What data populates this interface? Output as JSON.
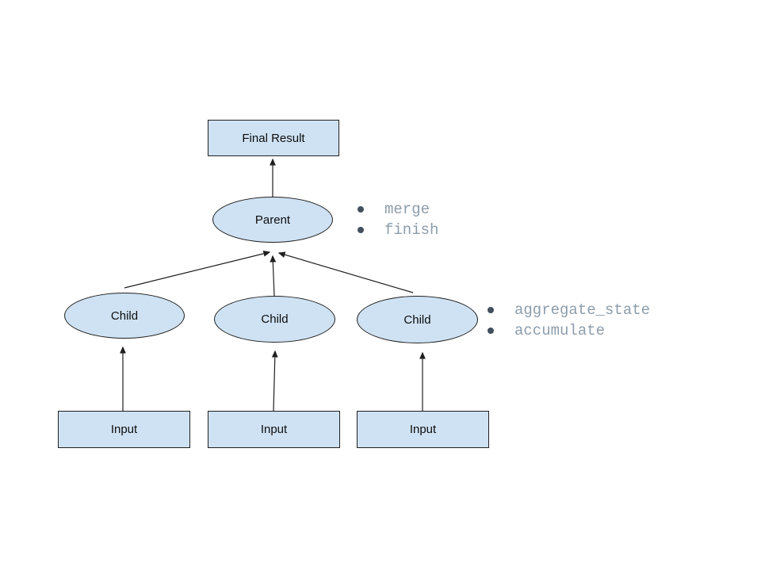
{
  "diagram": {
    "colors": {
      "background": "#ffffff",
      "node_fill": "#cfe2f3",
      "node_border": "#1f1f1f",
      "connector": "#1f1f1f",
      "label_text": "#0d0d0d",
      "code_text": "#8d9dab",
      "bullet": "#42505e"
    },
    "nodes": {
      "final_result": {
        "label": "Final Result",
        "shape": "rectangle"
      },
      "parent": {
        "label": "Parent",
        "shape": "ellipse"
      },
      "child_left": {
        "label": "Child",
        "shape": "ellipse"
      },
      "child_middle": {
        "label": "Child",
        "shape": "ellipse"
      },
      "child_right": {
        "label": "Child",
        "shape": "ellipse"
      },
      "input_left": {
        "label": "Input",
        "shape": "rectangle"
      },
      "input_middle": {
        "label": "Input",
        "shape": "rectangle"
      },
      "input_right": {
        "label": "Input",
        "shape": "rectangle"
      }
    },
    "annotations": {
      "parent_methods": {
        "items": [
          "merge",
          "finish"
        ]
      },
      "child_methods": {
        "items": [
          "aggregate_state",
          "accumulate"
        ]
      }
    },
    "edges": [
      {
        "from": "parent",
        "to": "final_result"
      },
      {
        "from": "child_left",
        "to": "parent"
      },
      {
        "from": "child_middle",
        "to": "parent"
      },
      {
        "from": "child_right",
        "to": "parent"
      },
      {
        "from": "input_left",
        "to": "child_left"
      },
      {
        "from": "input_middle",
        "to": "child_middle"
      },
      {
        "from": "input_right",
        "to": "child_right"
      }
    ]
  }
}
